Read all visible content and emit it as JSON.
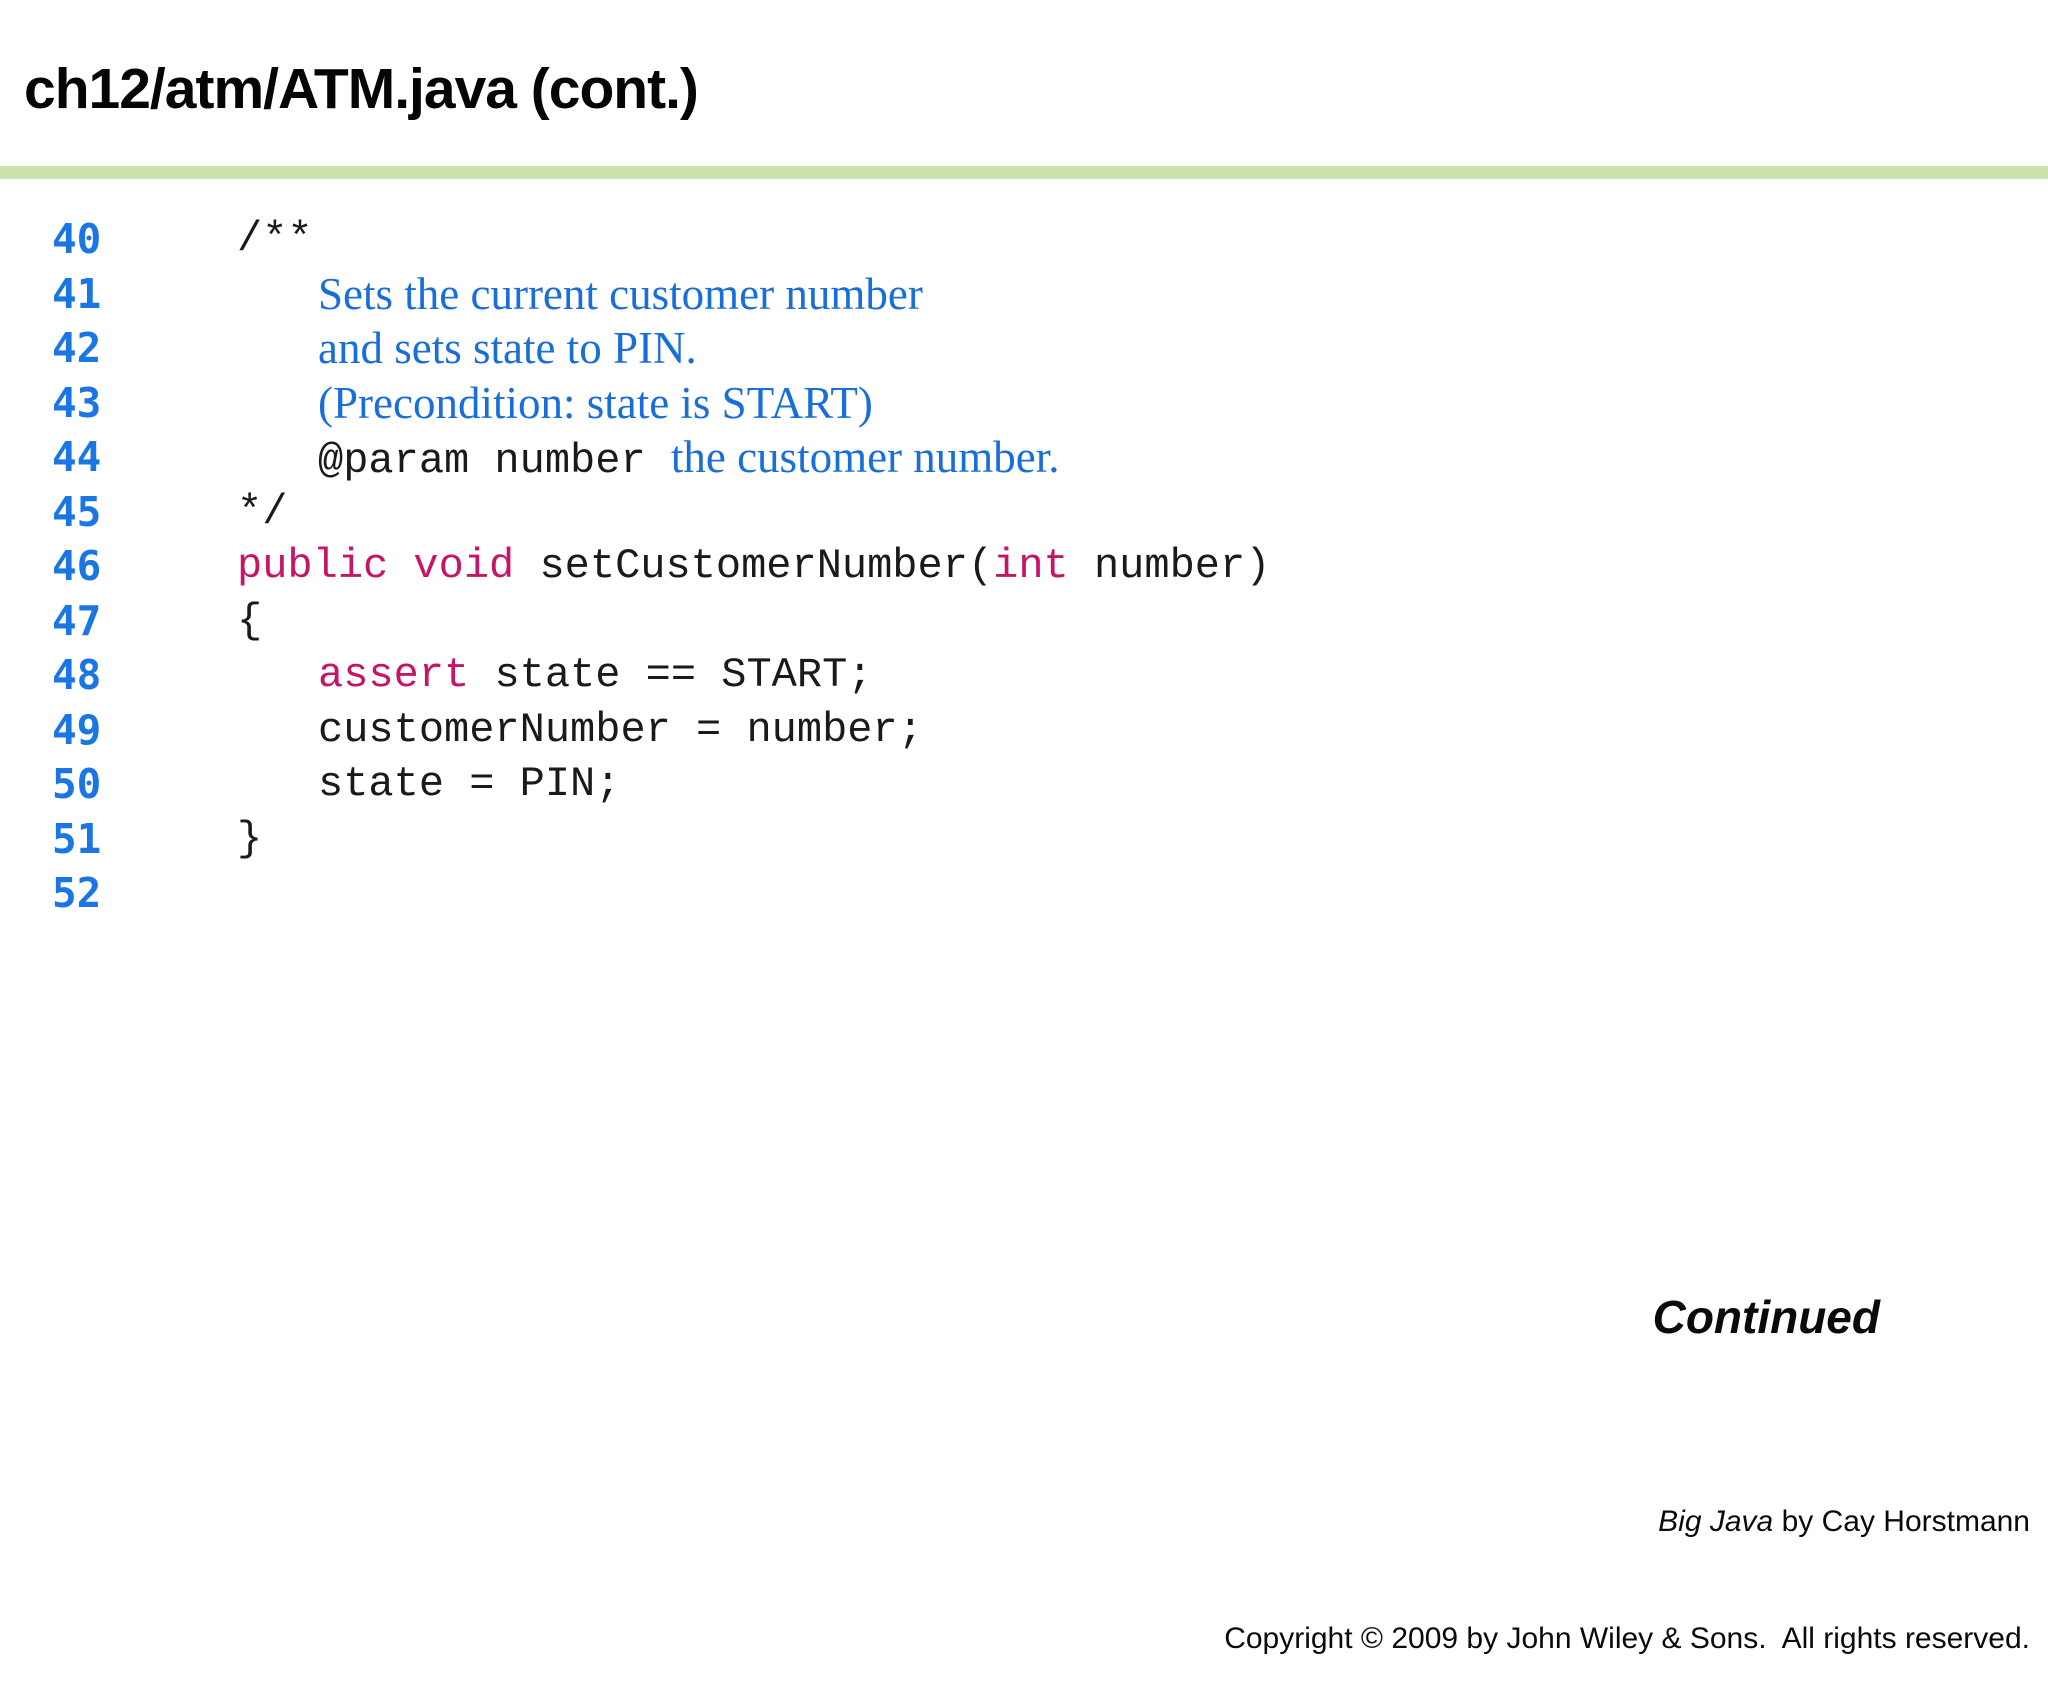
{
  "header": {
    "title": "ch12/atm/ATM.java (cont.)"
  },
  "colors": {
    "divider_green": "#cbe4ad",
    "line_number_blue": "#1b75e3",
    "comment_blue": "#1a6ed8",
    "keyword_crimson": "#c71566",
    "code_black": "#1a1a1a",
    "background": "#ffffff"
  },
  "code": {
    "lines": [
      {
        "num": "40",
        "indent": 0,
        "tokens": [
          {
            "t": "/**",
            "c": "plain"
          }
        ]
      },
      {
        "num": "41",
        "indent": 1,
        "tokens": [
          {
            "t": "Sets the current customer number",
            "c": "comment"
          }
        ]
      },
      {
        "num": "42",
        "indent": 1,
        "tokens": [
          {
            "t": "and sets state to PIN.",
            "c": "comment"
          }
        ]
      },
      {
        "num": "43",
        "indent": 1,
        "tokens": [
          {
            "t": "(Precondition: state is START)",
            "c": "comment"
          }
        ]
      },
      {
        "num": "44",
        "indent": 1,
        "tokens": [
          {
            "t": "@param number ",
            "c": "plain"
          },
          {
            "t": "the customer number.",
            "c": "comment"
          }
        ]
      },
      {
        "num": "45",
        "indent": 0,
        "tokens": [
          {
            "t": "*/",
            "c": "plain"
          }
        ]
      },
      {
        "num": "46",
        "indent": 0,
        "tokens": [
          {
            "t": "public void",
            "c": "keyword"
          },
          {
            "t": " setCustomerNumber(",
            "c": "plain"
          },
          {
            "t": "int",
            "c": "keyword"
          },
          {
            "t": " number)",
            "c": "plain"
          }
        ]
      },
      {
        "num": "47",
        "indent": 0,
        "tokens": [
          {
            "t": "{",
            "c": "plain"
          }
        ]
      },
      {
        "num": "48",
        "indent": 1,
        "tokens": [
          {
            "t": "assert",
            "c": "keyword"
          },
          {
            "t": " state == START;",
            "c": "plain"
          }
        ]
      },
      {
        "num": "49",
        "indent": 1,
        "tokens": [
          {
            "t": "customerNumber = number;",
            "c": "plain"
          }
        ]
      },
      {
        "num": "50",
        "indent": 1,
        "tokens": [
          {
            "t": "state = PIN;",
            "c": "plain"
          }
        ]
      },
      {
        "num": "51",
        "indent": 0,
        "tokens": [
          {
            "t": "}",
            "c": "plain"
          }
        ]
      },
      {
        "num": "52",
        "indent": 0,
        "tokens": []
      }
    ]
  },
  "footer": {
    "continued": "Continued",
    "credit_italic": "Big Java",
    "credit_rest": " by Cay Horstmann",
    "copyright": "Copyright © 2009 by John Wiley & Sons.  All rights reserved."
  }
}
